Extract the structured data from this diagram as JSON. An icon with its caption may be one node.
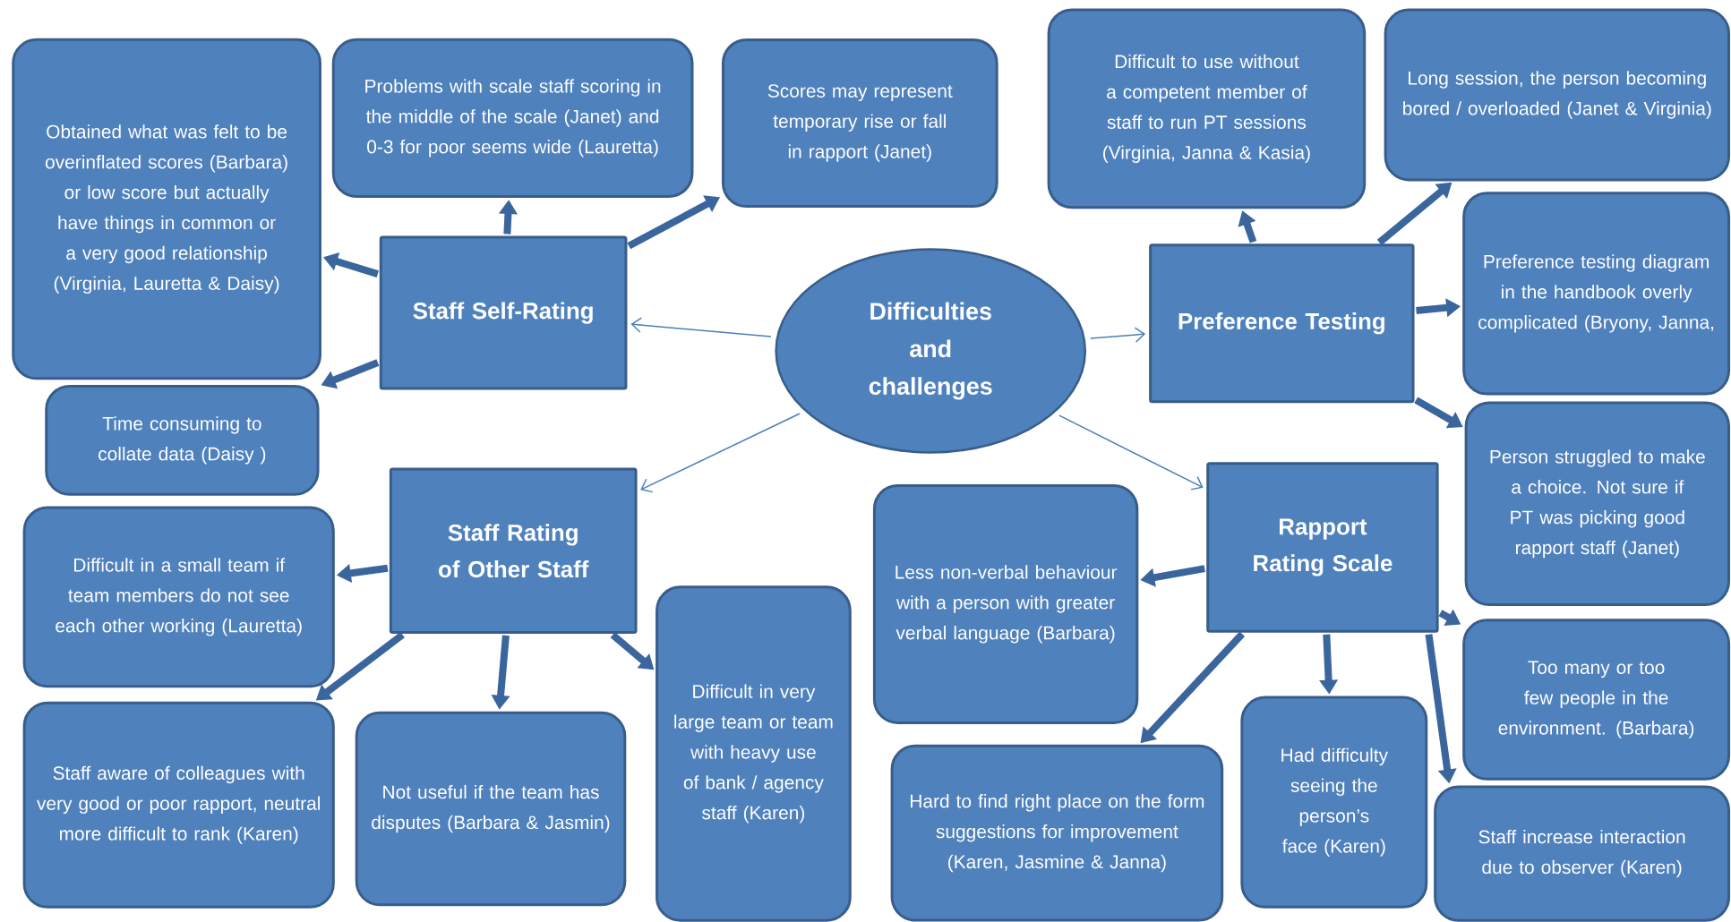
{
  "diagram": {
    "nodes": [
      {
        "text": [
          "Difficulties and challenges"
        ]
      },
      {
        "text": [
          "Staff Self-Rating"
        ]
      },
      {
        "text": [
          "Obtained what was felt to be overinflated scores (Barbara) or low score but actually have things in common or a very good relationship (Virginia, Lauretta & Daisy)"
        ]
      },
      {
        "text": [
          "Problems with scale staff scoring in the middle of the scale (Janet) and 0-3 for poor seems wide (Lauretta)"
        ]
      },
      {
        "text": [
          "Scores may represent temporary rise or fall in rapport (Janet)"
        ]
      },
      {
        "text": [
          "Time consuming to collate data (Daisy )"
        ]
      },
      {
        "text": [
          "Staff Rating of Other Staff"
        ]
      },
      {
        "text": [
          "Difficult in a small team if team members do not see each other working (Lauretta)"
        ]
      },
      {
        "text": [
          "Staff aware of colleagues with very good or poor rapport, neutral more difficult to rank (Karen)"
        ]
      },
      {
        "text": [
          "Not useful if the team has disputes (Barbara & Jasmin)"
        ]
      },
      {
        "text": [
          "Difficult in very large team or team with heavy use of bank / agency staff (Karen)"
        ]
      },
      {
        "text": [
          "Preference Testing"
        ]
      },
      {
        "text": [
          "Difficult to use without a competent member of staff to run PT sessions (Virginia, Janna & Kasia)"
        ]
      },
      {
        "text": [
          "Long session, the person becoming bored / overloaded (Janet & Virginia)"
        ]
      },
      {
        "text": [
          "Preference testing diagram in the handbook overly complicated (Bryony, Janna,"
        ]
      },
      {
        "text": [
          "Person struggled to make a choice. Not sure if PT was picking good rapport staff (Janet)"
        ]
      },
      {
        "text": [
          "Rapport Rating Scale"
        ]
      },
      {
        "text": [
          "Less non-verbal behaviour with a person with greater verbal language (Barbara)"
        ]
      },
      {
        "text": [
          "Hard to find right place on the form suggestions for improvement (Karen, Jasmine & Janna)"
        ]
      },
      {
        "text": [
          "Had difficulty seeing the person’s face (Karen)"
        ]
      },
      {
        "text": [
          "Too many or too few people in the environment. (Barbara)"
        ]
      },
      {
        "text": [
          "Staff increase interaction due to observer (Karen)"
        ]
      }
    ],
    "edges": [
      {
        "from": 0,
        "to": 1,
        "arrow": "to",
        "color": "#4a7ebb"
      },
      {
        "from": 0,
        "to": 11,
        "arrow": "to",
        "color": "#4a7ebb"
      },
      {
        "from": 0,
        "to": 6,
        "arrow": "to",
        "color": "#4a7ebb"
      },
      {
        "from": 0,
        "to": 16,
        "arrow": "to",
        "color": "#4a7ebb"
      },
      {
        "from": 1,
        "to": 2,
        "arrow": "to"
      },
      {
        "from": 1,
        "to": 3,
        "arrow": "to"
      },
      {
        "from": 1,
        "to": 4,
        "arrow": "to"
      },
      {
        "from": 1,
        "to": 5,
        "arrow": "to"
      },
      {
        "from": 6,
        "to": 7,
        "arrow": "to"
      },
      {
        "from": 6,
        "to": 8,
        "arrow": "to"
      },
      {
        "from": 6,
        "to": 9,
        "arrow": "to"
      },
      {
        "from": 6,
        "to": 10,
        "arrow": "to"
      },
      {
        "from": 11,
        "to": 12,
        "arrow": "to"
      },
      {
        "from": 11,
        "to": 13,
        "arrow": "to"
      },
      {
        "from": 11,
        "to": 14,
        "arrow": "to"
      },
      {
        "from": 11,
        "to": 15,
        "arrow": "to"
      },
      {
        "from": 16,
        "to": 17,
        "arrow": "to"
      },
      {
        "from": 16,
        "to": 18,
        "arrow": "to"
      },
      {
        "from": 16,
        "to": 19,
        "arrow": "to"
      },
      {
        "from": 16,
        "to": 20,
        "arrow": "to"
      },
      {
        "from": 16,
        "to": 21,
        "arrow": "to"
      }
    ]
  }
}
